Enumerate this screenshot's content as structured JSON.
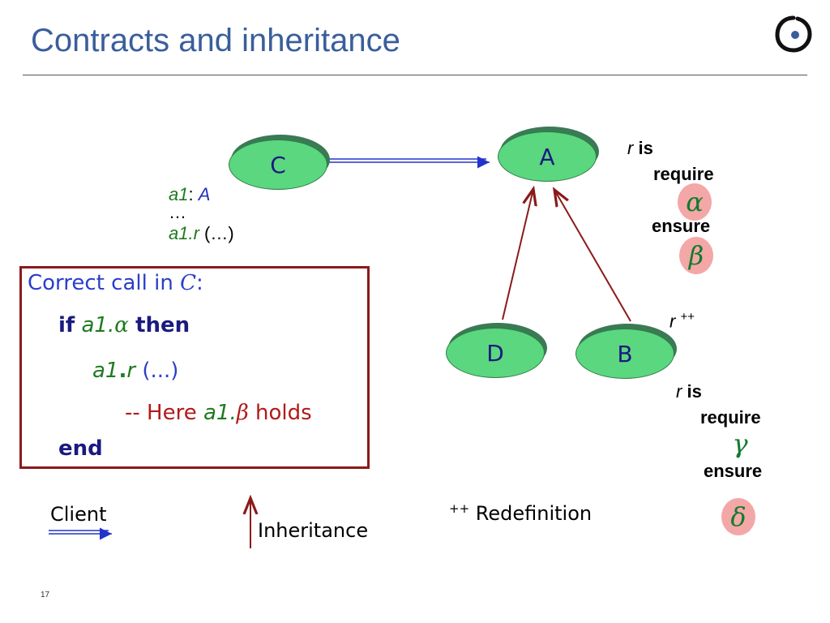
{
  "slide": {
    "title": "Contracts and inheritance",
    "page_number": "17"
  },
  "colors": {
    "title": "#3a5e9c",
    "node_fill": "#5bd77f",
    "client_arrow": "#2233cc",
    "inherit_arrow": "#8b1a1a",
    "box_border": "#8b1a1a",
    "greek_bg": "#f4a7a7"
  },
  "logo": {
    "icon": "eiffel-logo-icon"
  },
  "nodes": {
    "c": "C",
    "a": "A",
    "d": "D",
    "b": "B"
  },
  "declaration": {
    "var": "a1",
    "colon": ": ",
    "type": "A",
    "ellipsis": "…",
    "call_var": "a1",
    "call_dot": ".",
    "call_feature": "r",
    "call_args": " (…)"
  },
  "contract_a": {
    "feature": "r",
    "is": "is",
    "require": "require",
    "pre": "α",
    "ensure": "ensure",
    "post": "β"
  },
  "redefinition_mark": {
    "feature": "r",
    "plus": "++"
  },
  "contract_b": {
    "feature": "r",
    "is": "is",
    "require": "require",
    "pre": "γ",
    "ensure": "ensure",
    "post": "δ"
  },
  "code_box": {
    "heading_text": "Correct call in ",
    "heading_class": "C",
    "heading_colon": ":",
    "if_kw": "if",
    "cond_var": "a1.",
    "cond_greek": "α",
    "then_kw": "then",
    "call_var": "a1",
    "call_dot": ".",
    "call_feature": "r",
    "call_args": " (...)",
    "comment_prefix": "-- Here ",
    "comment_var": "a1.",
    "comment_greek": "β",
    "comment_suffix": " holds",
    "end_kw": "end"
  },
  "legend": {
    "client": "Client",
    "inheritance": "Inheritance",
    "redef_plus": "++",
    "redefinition": " Redefinition"
  }
}
